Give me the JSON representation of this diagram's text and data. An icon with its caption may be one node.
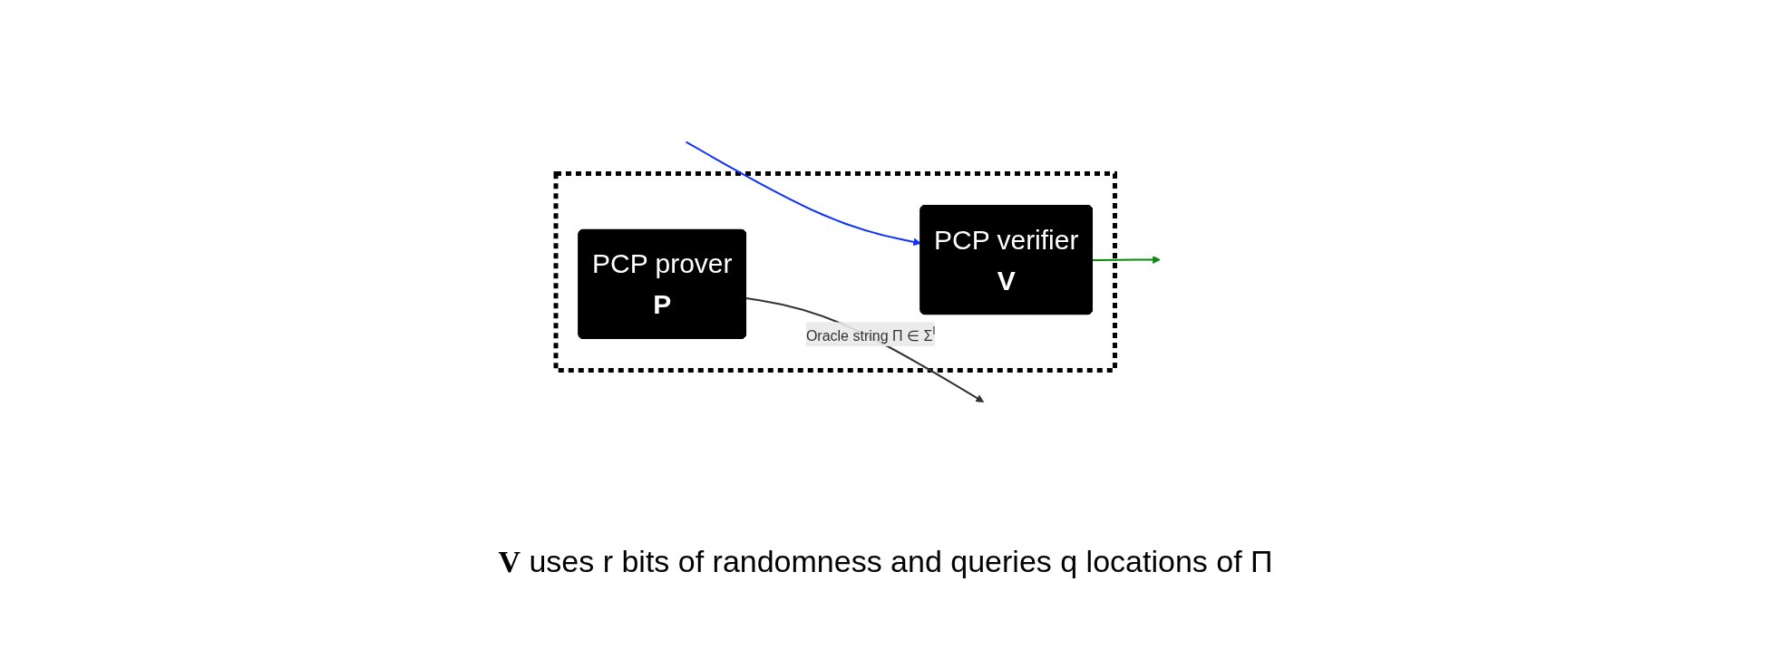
{
  "diagram": {
    "nodes": [
      {
        "text": [],
        "shape": "box"
      },
      {
        "text": [
          "PCP prover",
          "P"
        ],
        "in": 0
      },
      {
        "text": [
          "PCP verifier",
          "V"
        ],
        "in": 0
      }
    ],
    "edges": [
      {
        "from": 1,
        "to": null,
        "arrow": "to",
        "label": "Oracle string Π ∈ Σ$^{l}$"
      },
      {
        "from": 2,
        "to": null,
        "arrow": "to",
        "color": "#0a8a0a"
      },
      {
        "from": null,
        "to": 2,
        "arrow": "to",
        "color": "#1030ff"
      }
    ],
    "labels": [
      "**V** uses r bits of randomness and queries q locations of Π"
    ]
  }
}
